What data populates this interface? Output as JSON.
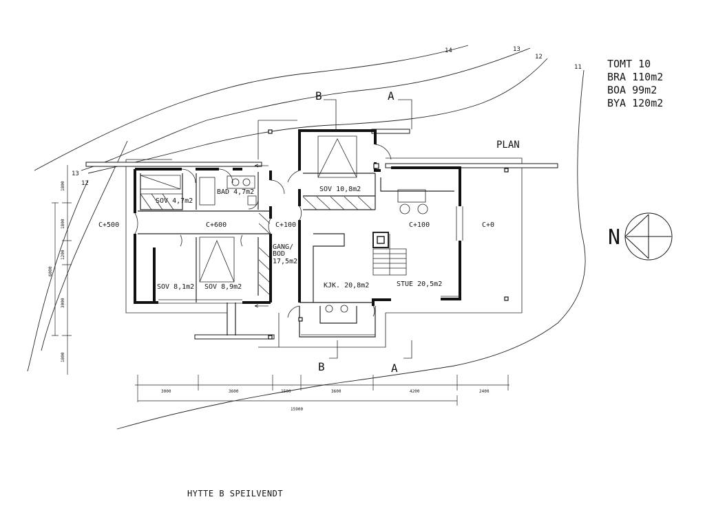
{
  "site_info": [
    "TOMT 10",
    "BRA 110m2",
    "BOA 99m2",
    "BYA 120m2"
  ],
  "plan_label": "PLAN",
  "caption": "HYTTE B SPEILVENDT",
  "north_label": "N",
  "contour_labels": [
    "14",
    "13",
    "12",
    "11",
    "13",
    "12"
  ],
  "section_markers": [
    "B",
    "A",
    "B",
    "A"
  ],
  "rooms": [
    {
      "name": "SOV 4,7m2"
    },
    {
      "name": "BAD 4,7m2"
    },
    {
      "name": "SOV 10,8m2"
    },
    {
      "name": "C+500"
    },
    {
      "name": "C+600"
    },
    {
      "name": "C+100"
    },
    {
      "name": "C+100"
    },
    {
      "name": "C+0"
    },
    {
      "name": "GANG/"
    },
    {
      "name": "BOD"
    },
    {
      "name": "17,5m2"
    },
    {
      "name": "SOV 8,1m2"
    },
    {
      "name": "SOV 8,9m2"
    },
    {
      "name": "KJK. 20,8m2"
    },
    {
      "name": "STUE 20,5m2"
    }
  ],
  "horizontal_dimensions": [
    "3000",
    "3600",
    "1500",
    "3600",
    "4200",
    "2400"
  ],
  "total_dimension": "15900",
  "vertical_dimensions": [
    "1800",
    "1800",
    "1200",
    "3000",
    "1800"
  ],
  "vertical_total": "6000"
}
